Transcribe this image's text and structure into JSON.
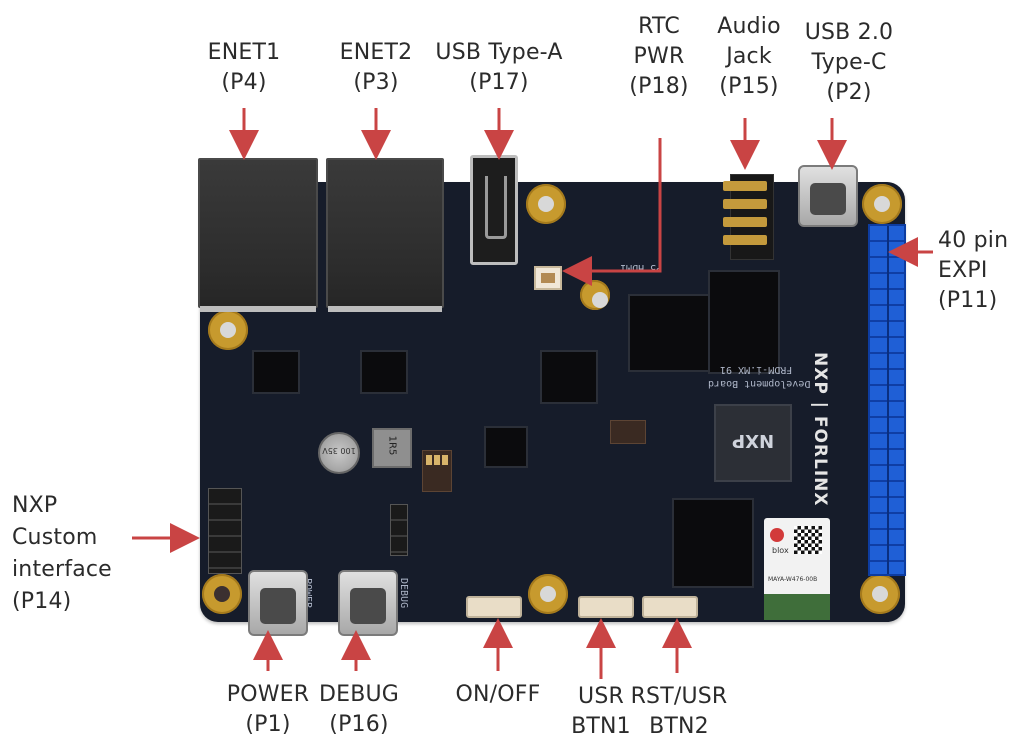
{
  "title": "FRDM-i.MX 91 Development Board connector map",
  "colors": {
    "arrow": "#c94444",
    "label": "#2b2b2b",
    "pcb": "#161c2a",
    "header": "#1f5fd6"
  },
  "board": {
    "brand": "NXP | FORLINX",
    "silkscreen": {
      "board_name_1": "FRDM-i.MX 91",
      "board_name_2": "Development Board",
      "inductor": "1R5",
      "cap": "100 35V",
      "power": "POWER",
      "debug": "DEBUG",
      "hdmi": "P5 HDMI",
      "soc_logo": "NXP",
      "module_brand": "blox",
      "module_part": "MAYA-W476-00B"
    }
  },
  "callouts": [
    {
      "id": "enet1",
      "lines": [
        "ENET1",
        "(P4)"
      ],
      "direction": "down"
    },
    {
      "id": "enet2",
      "lines": [
        "ENET2",
        "(P3)"
      ],
      "direction": "down"
    },
    {
      "id": "usb-type-a",
      "lines": [
        "USB Type-A",
        "(P17)"
      ],
      "direction": "down"
    },
    {
      "id": "rtc-pwr",
      "lines": [
        "RTC",
        "PWR",
        "(P18)"
      ],
      "direction": "left"
    },
    {
      "id": "audio-jack",
      "lines": [
        "Audio",
        "Jack",
        "(P15)"
      ],
      "direction": "down"
    },
    {
      "id": "usb-type-c",
      "lines": [
        "USB 2.0",
        "Type-C",
        "(P2)"
      ],
      "direction": "down"
    },
    {
      "id": "expi",
      "lines": [
        "40 pin",
        "EXPI",
        "(P11)"
      ],
      "direction": "left"
    },
    {
      "id": "nxp-custom",
      "lines": [
        "NXP",
        "Custom",
        "interface",
        "(P14)"
      ],
      "direction": "right"
    },
    {
      "id": "power",
      "lines": [
        "POWER",
        "(P1)"
      ],
      "direction": "up"
    },
    {
      "id": "debug",
      "lines": [
        "DEBUG",
        "(P16)"
      ],
      "direction": "up"
    },
    {
      "id": "on-off",
      "lines": [
        "ON/OFF"
      ],
      "direction": "up"
    },
    {
      "id": "usr-btn1",
      "lines": [
        "USR",
        "BTN1"
      ],
      "direction": "up"
    },
    {
      "id": "rst-usr-btn2",
      "lines": [
        "RST/USR",
        "BTN2"
      ],
      "direction": "up"
    }
  ]
}
